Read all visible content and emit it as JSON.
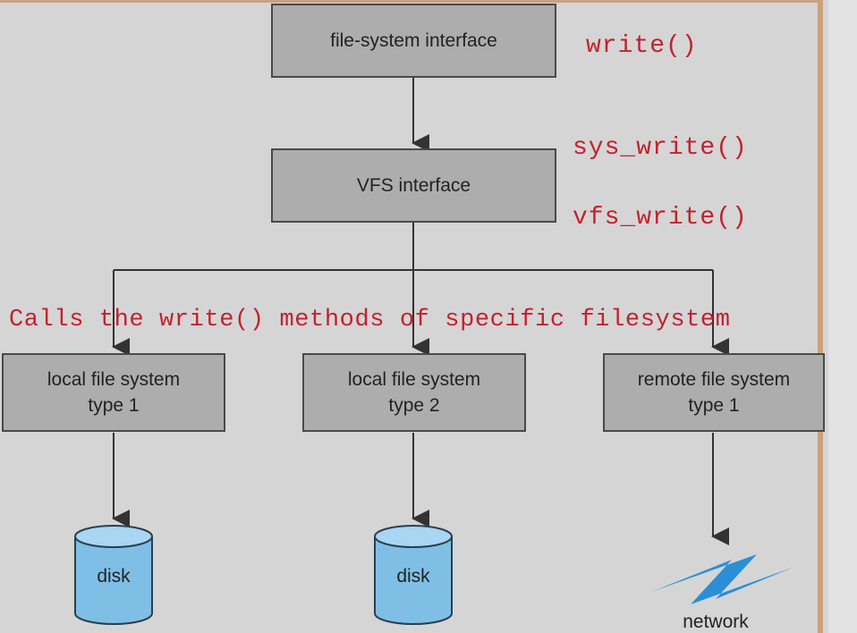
{
  "boxes": {
    "fs_interface": "file-system interface",
    "vfs_interface": "VFS interface",
    "local1_line1": "local file system",
    "local1_line2": "type 1",
    "local2_line1": "local file system",
    "local2_line2": "type 2",
    "remote_line1": "remote file system",
    "remote_line2": "type 1"
  },
  "annotations": {
    "write": "write()",
    "sys_write": "sys_write()",
    "vfs_write": "vfs_write()",
    "calls": "Calls the write() methods of specific filesystem"
  },
  "storage": {
    "disk1": "disk",
    "disk2": "disk",
    "network": "network"
  },
  "colors": {
    "annotation": "#c2222e",
    "box_fill": "#adadad",
    "disk_fill": "#7fbfe6",
    "network_bolt": "#2a8fd6"
  },
  "icons": [
    "disk-icon",
    "disk-icon",
    "network-bolt-icon"
  ]
}
